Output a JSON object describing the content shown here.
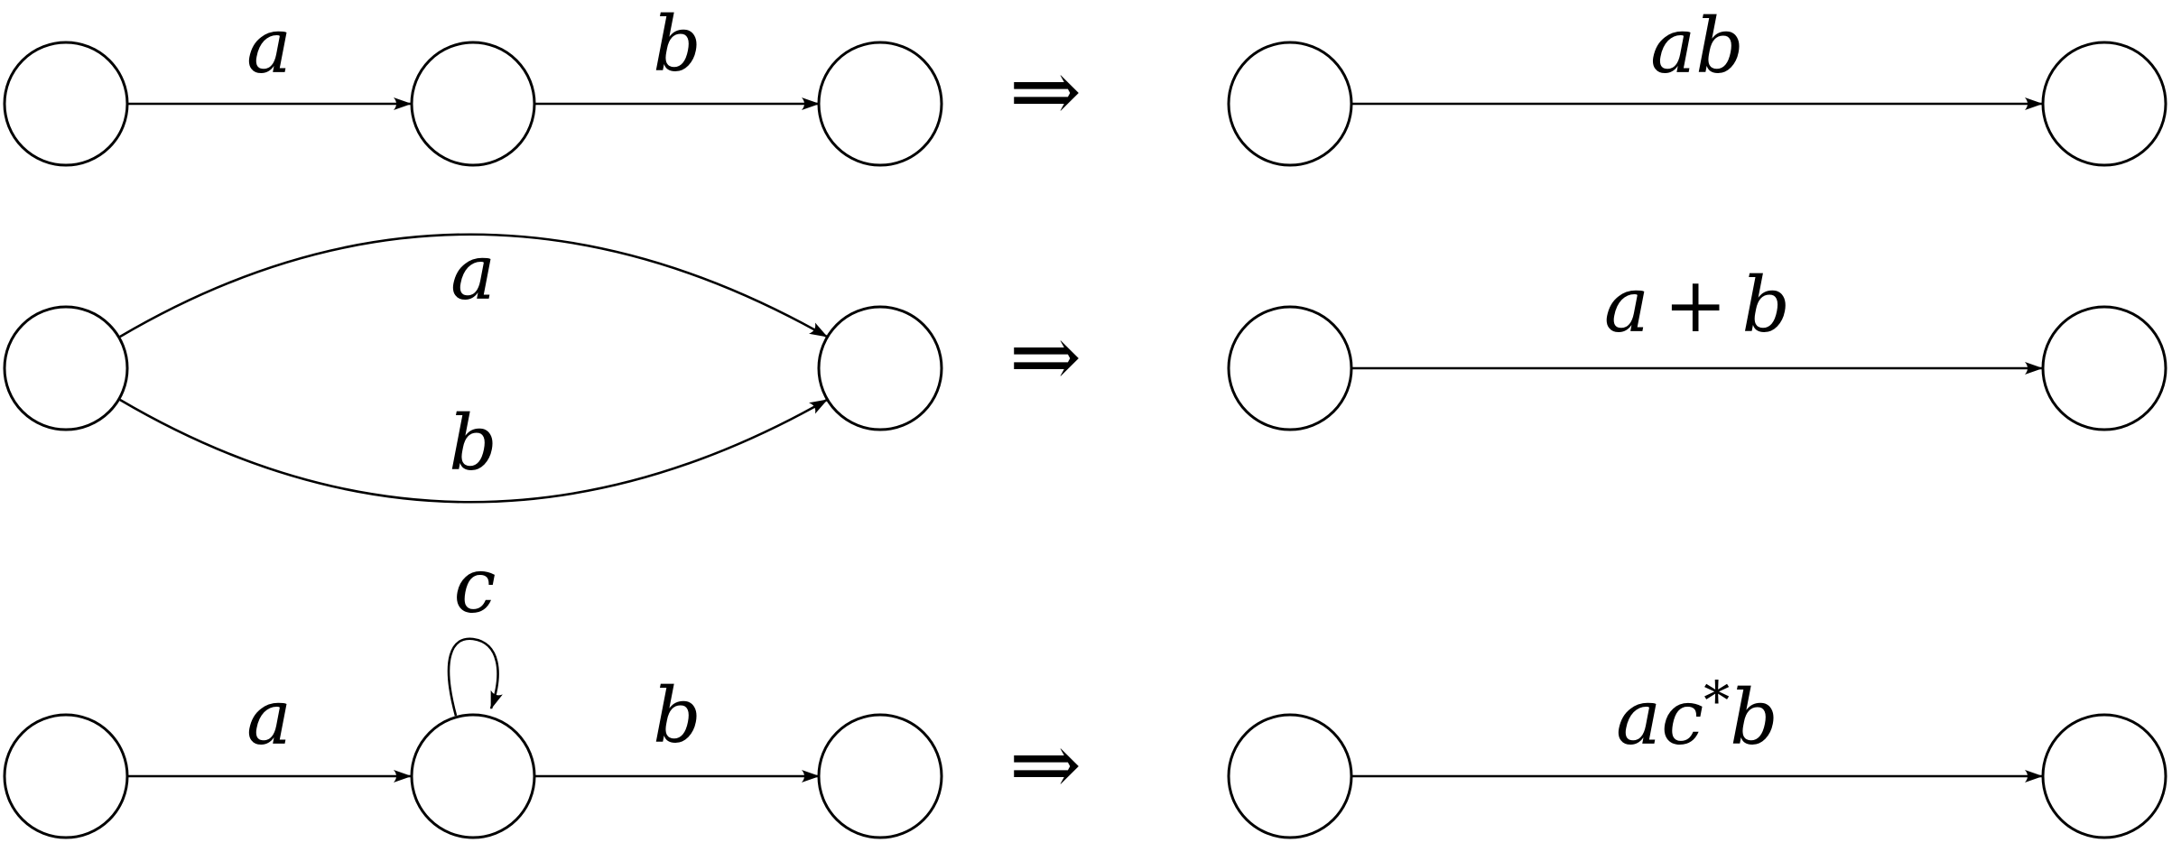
{
  "rows": [
    {
      "left": {
        "edge_a": "a",
        "edge_b": "b"
      },
      "arrow": "⇒",
      "right": {
        "edge": "ab"
      }
    },
    {
      "left": {
        "edge_a": "a",
        "edge_b": "b"
      },
      "arrow": "⇒",
      "right": {
        "edge_a": "a",
        "op": "+",
        "edge_b": "b"
      }
    },
    {
      "left": {
        "edge_a": "a",
        "loop_c": "c",
        "edge_b": "b"
      },
      "arrow": "⇒",
      "right": {
        "edge_ac": "ac",
        "star": "*",
        "edge_b": "b"
      }
    }
  ]
}
